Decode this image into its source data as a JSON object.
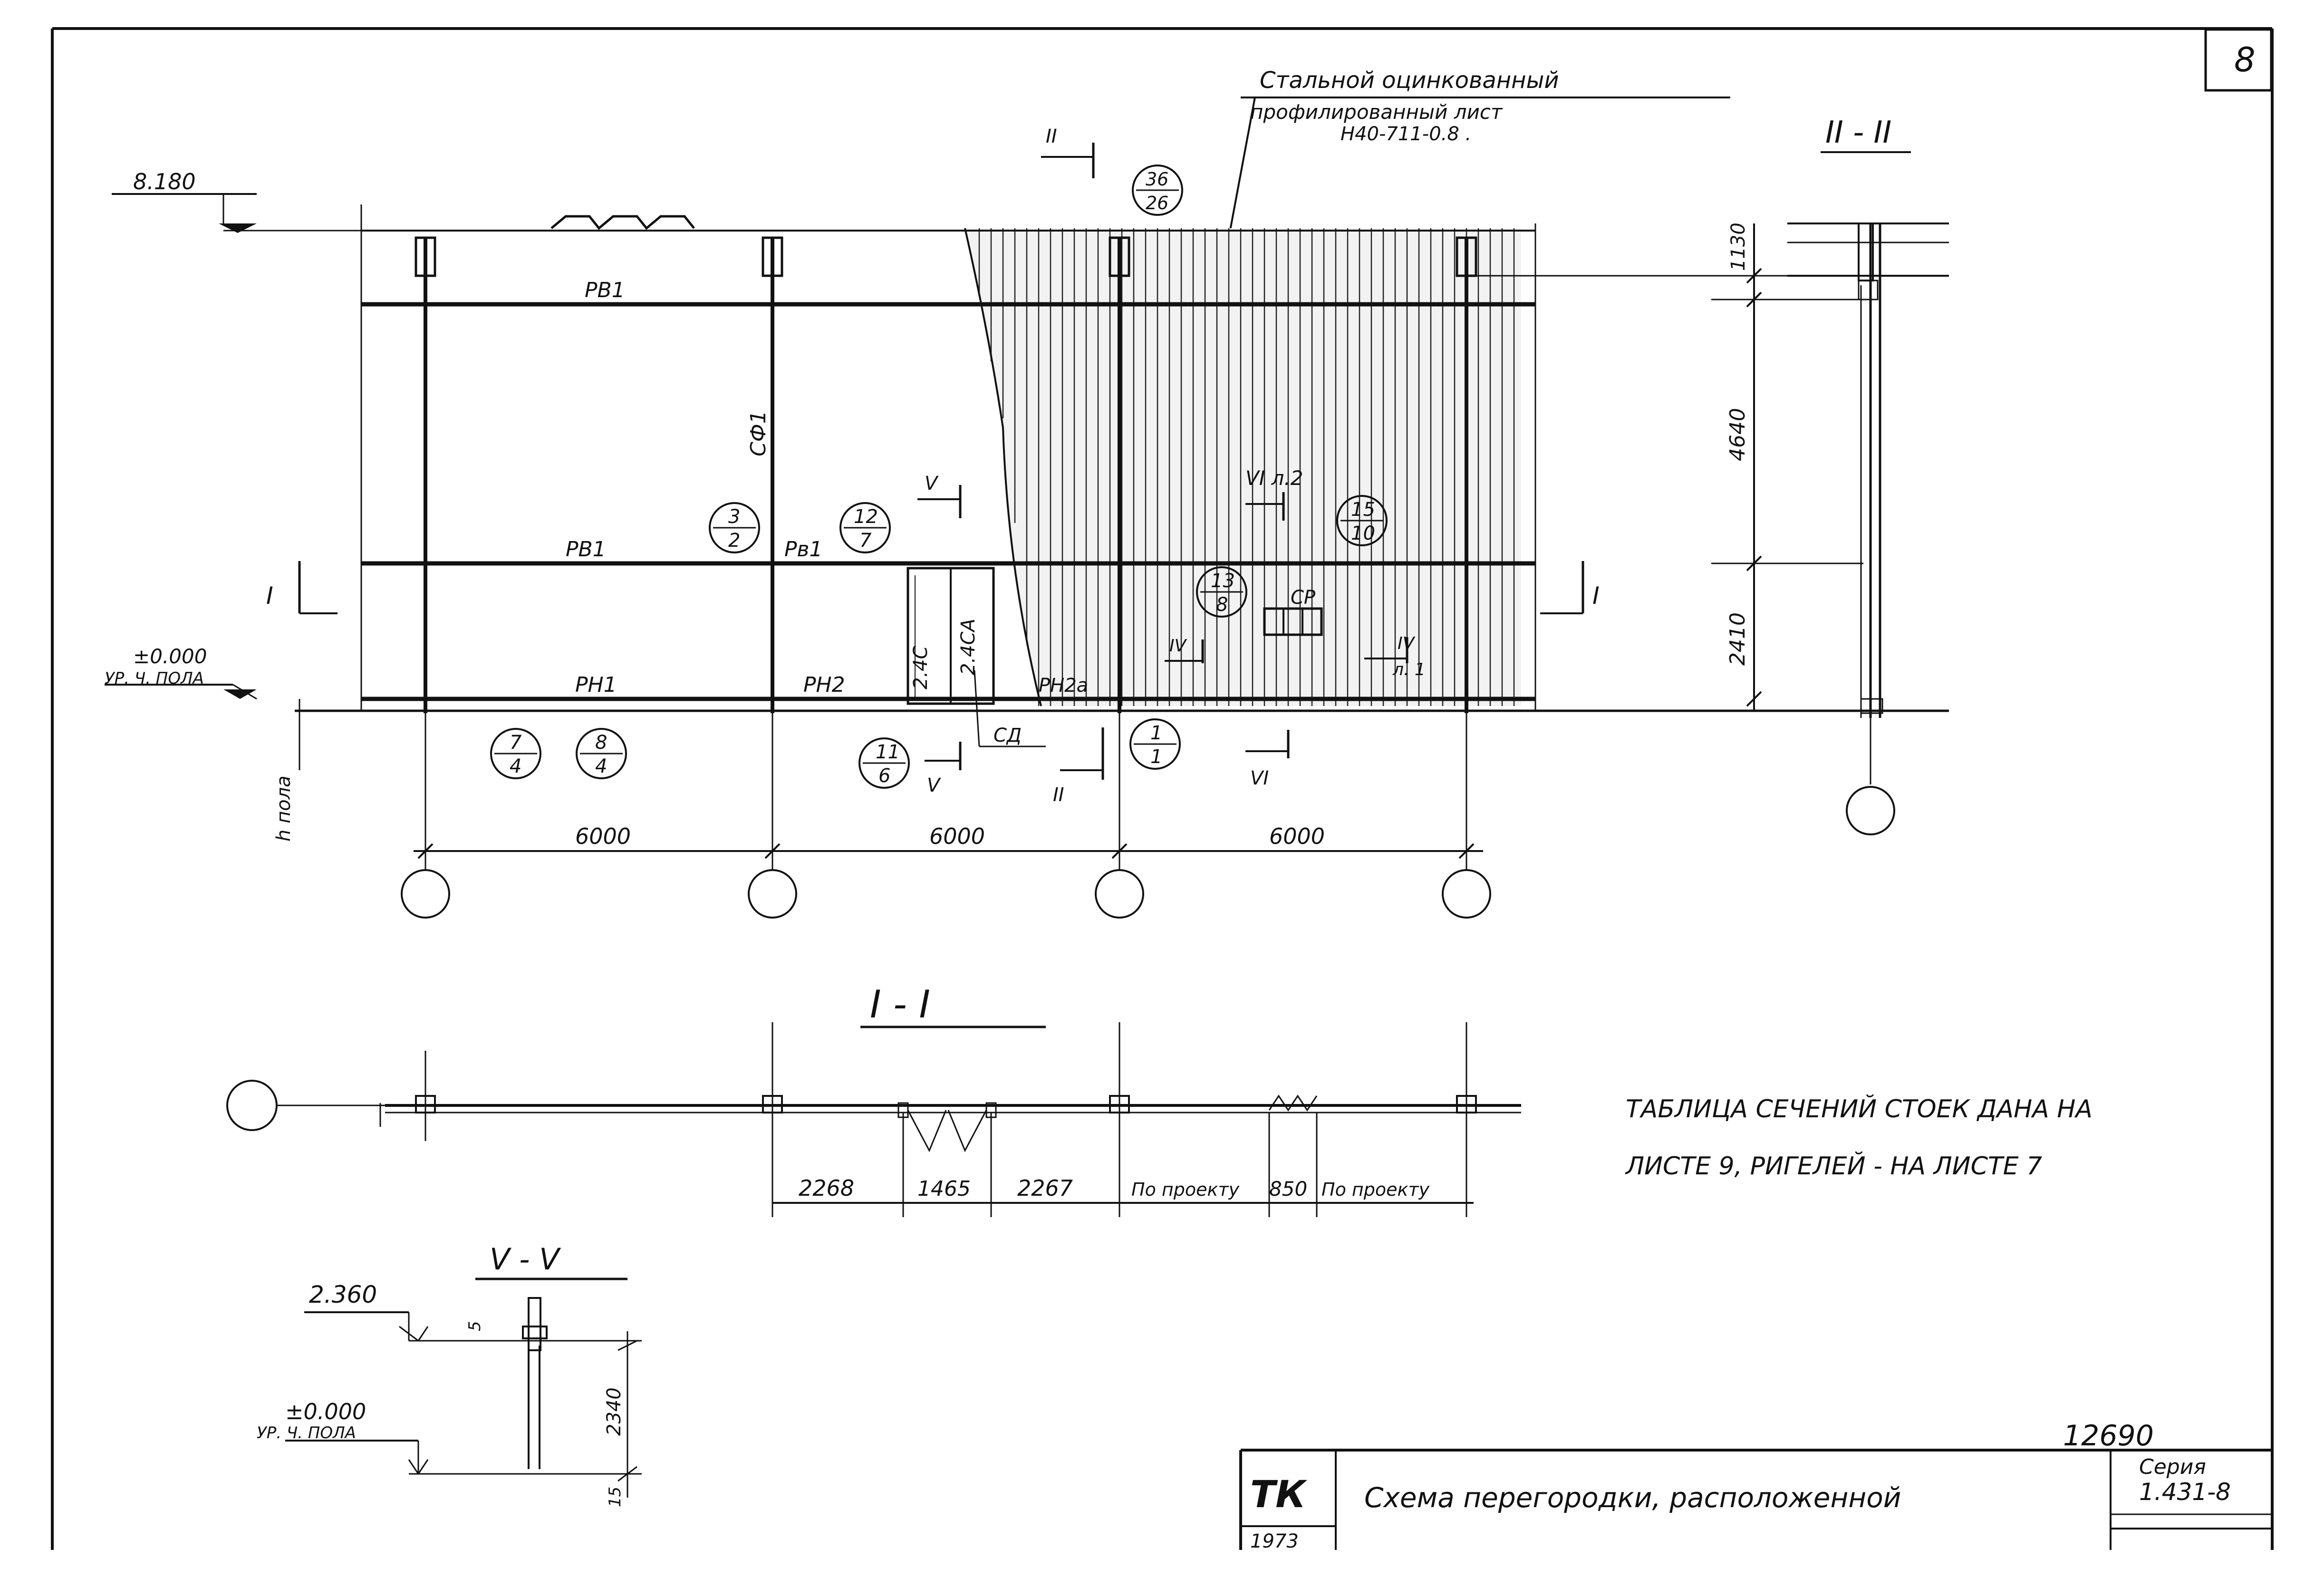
{
  "sheet": {
    "number": "8"
  },
  "note_top": {
    "line1": "Стальной оцинкованный",
    "line2": "профилированный лист",
    "line3": "Н40-711-0.8 ."
  },
  "elevation": {
    "top_mark": "8.180",
    "floor_mark": "±0.000",
    "floor_label": "УР. Ч. ПОЛА",
    "floor_h_label": "h пола",
    "labels": {
      "rv1_top": "РВ1",
      "rv1_mid": "РВ1",
      "rn1": "РН1",
      "rn2": "РН2",
      "rn2a": "РН2а",
      "rv_small": "Рв1",
      "sf1": "СФ1",
      "sd": "СД",
      "sr": "СР",
      "door_24s": "2.4С",
      "door_24sa": "2.4СА"
    },
    "callouts": {
      "c36_26": {
        "top": "36",
        "bottom": "26"
      },
      "c3_2": {
        "top": "3",
        "bottom": "2"
      },
      "c12_7": {
        "top": "12",
        "bottom": "7"
      },
      "c15_10": {
        "top": "15",
        "bottom": "10"
      },
      "c13_8": {
        "top": "13",
        "bottom": "8"
      },
      "c7_4": {
        "top": "7",
        "bottom": "4"
      },
      "c8_4": {
        "top": "8",
        "bottom": "4"
      },
      "c11_6": {
        "top": "11",
        "bottom": "6"
      },
      "c1_1": {
        "top": "1",
        "bottom": "1"
      }
    },
    "section_marks": {
      "II_top": "II",
      "V_top": "V",
      "VI_l2": "VI л.2",
      "I_left": "I",
      "I_right": "I",
      "IV_left": "IV",
      "IV_right": "IV",
      "IV_right_l1": "л. 1",
      "V_bottom": "V",
      "II_bottom": "II",
      "VI_bottom": "VI"
    },
    "spans": [
      "6000",
      "6000",
      "6000"
    ],
    "right_dims": [
      "1130",
      "4640",
      "2410"
    ]
  },
  "section_II": {
    "title": "II - II"
  },
  "section_I": {
    "title": "I - I",
    "dims": [
      "2268",
      "1465",
      "2267",
      "По проекту",
      "850",
      "По проекту"
    ]
  },
  "section_V": {
    "title": "V - V",
    "mark_top": "2.360",
    "mark_floor": "±0.000",
    "floor_label": "УР. Ч. ПОЛА",
    "dim_small": "5",
    "dim_height": "2340",
    "dim_bottom": "15"
  },
  "table_note": {
    "line1": "ТАБЛИЦА СЕЧЕНИЙ СТОЕК ДАНА НА",
    "line2": "ЛИСТЕ 9, РИГЕЛЕЙ - НА ЛИСТЕ 7"
  },
  "title_block": {
    "doc_number": "12690",
    "org": "ТК",
    "year": "1973",
    "title_line1": "Схема перегородки, расположенной",
    "seria_label": "Серия",
    "seria_value": "1.431-8"
  }
}
